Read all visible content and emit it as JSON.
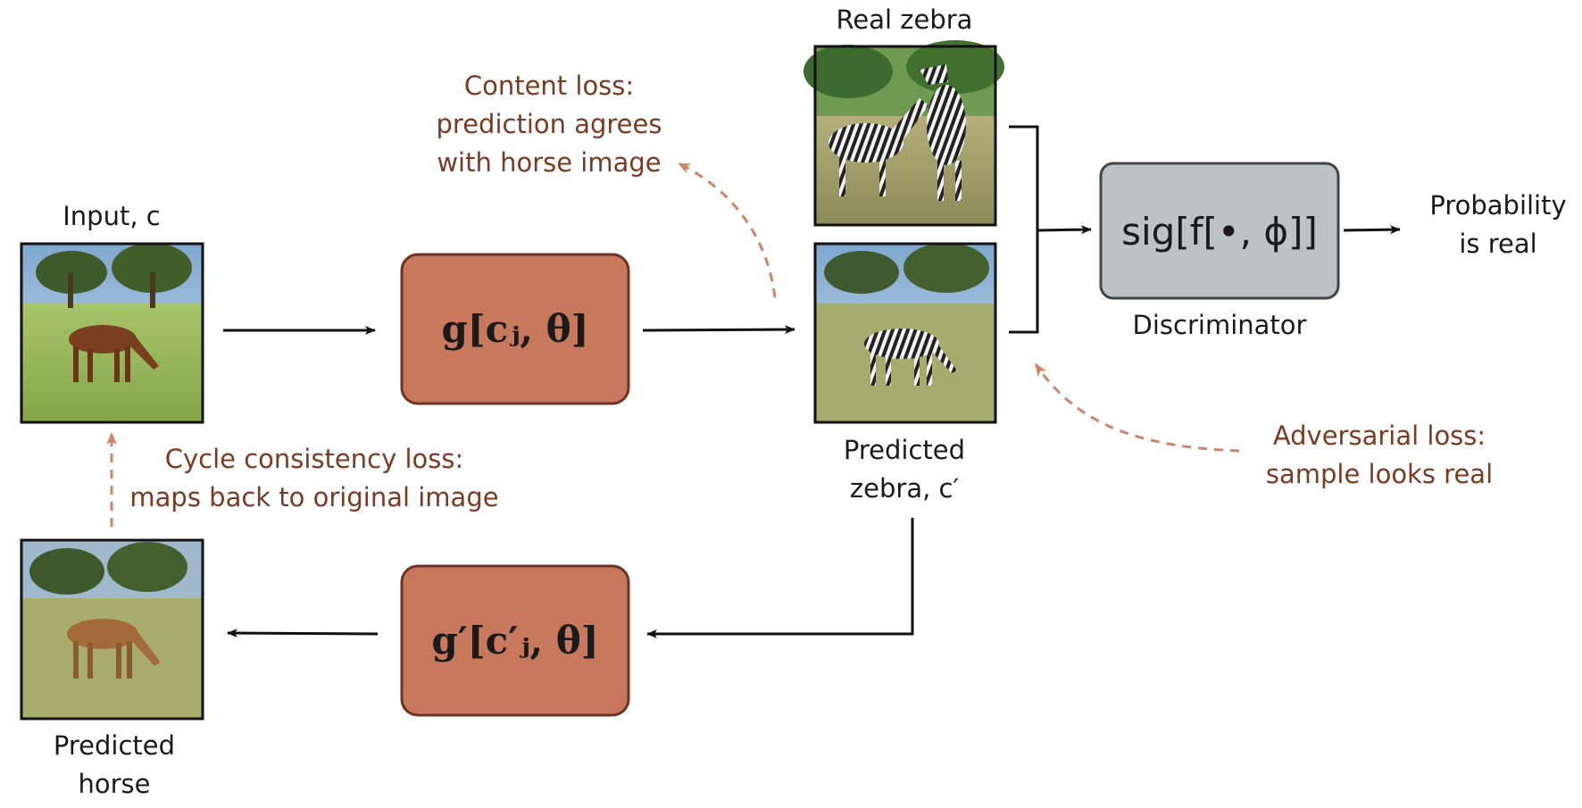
{
  "labels": {
    "input": "Input, c",
    "real_zebra": "Real zebra",
    "predicted_zebra_line1": "Predicted",
    "predicted_zebra_line2": "zebra, c′",
    "predicted_horse_line1": "Predicted",
    "predicted_horse_line2": "horse",
    "discriminator": "Discriminator",
    "probability_line1": "Probability",
    "probability_line2": "is real"
  },
  "boxes": {
    "generator": "g[cⱼ, θ]",
    "inverse_generator": "g′[c′ⱼ, θ]",
    "discriminator_fn": "sig[f[•, ϕ]]"
  },
  "losses": {
    "content": [
      "Content loss:",
      "prediction agrees",
      "with horse image"
    ],
    "cycle": [
      "Cycle consistency loss:",
      "maps back to original image"
    ],
    "adversarial": [
      "Adversarial loss:",
      "sample looks real"
    ]
  },
  "colors": {
    "generator_fill": "#c8785c",
    "generator_border": "#6e3322",
    "discriminator_fill": "#bdc3c5",
    "discriminator_border": "#3f4549",
    "loss_text": "#7a3b22",
    "loss_arrow": "#cf8468"
  }
}
